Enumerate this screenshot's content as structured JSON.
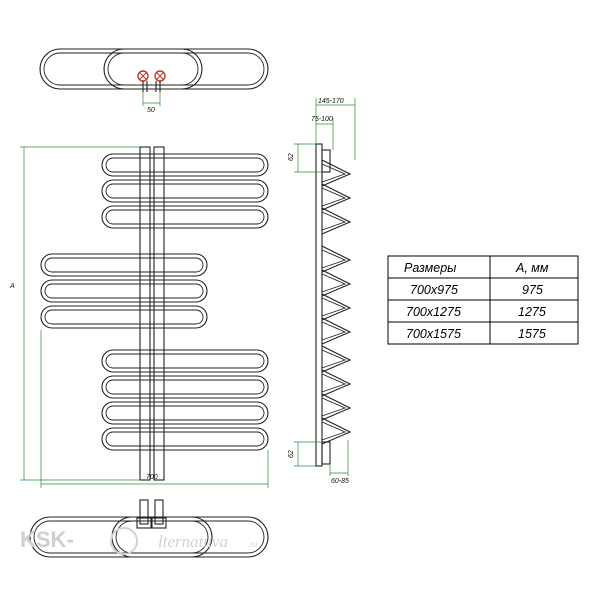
{
  "dimensions": {
    "top_connection_spacing": "50",
    "height": "A",
    "width": "700",
    "depth_total": "145-170",
    "depth_wall": "75-100",
    "top_offset": "62",
    "bottom_offset": "62",
    "bottom_depth": "60-85"
  },
  "size_table": {
    "headers": [
      "Размеры",
      "A, мм"
    ],
    "rows": [
      [
        "700x975",
        "975"
      ],
      [
        "700x1275",
        "1275"
      ],
      [
        "700x1575",
        "1575"
      ]
    ]
  },
  "watermark": {
    "brand": "KSK-",
    "site": "lternatuva",
    "tld": ".ru"
  },
  "colors": {
    "dimension_line": "#2e8b3a",
    "valve": "#c0392b",
    "outline": "#222222"
  }
}
